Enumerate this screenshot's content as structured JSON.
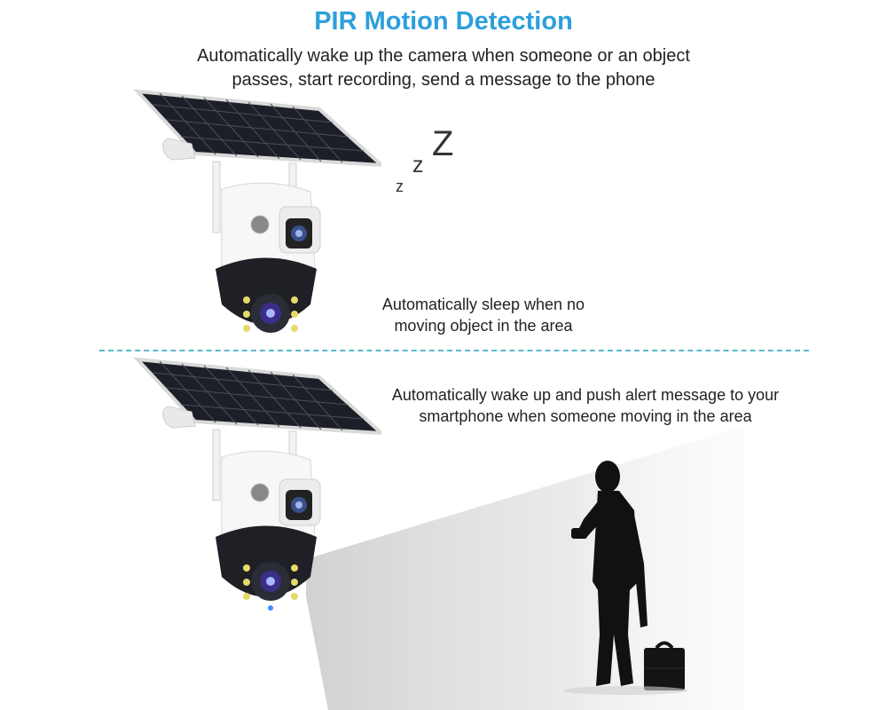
{
  "header": {
    "title": "PIR Motion Detection",
    "subtitle_line1": "Automatically wake up the camera when someone or an object",
    "subtitle_line2": "passes, start recording, send a message to the phone"
  },
  "sleep_panel": {
    "sleep_z": [
      "z",
      "z",
      "Z"
    ],
    "caption_line1": "Automatically sleep when no",
    "caption_line2": "moving object in the area"
  },
  "wake_panel": {
    "caption_line1": "Automatically wake up and push alert message to your",
    "caption_line2": "smartphone when someone moving in the area"
  },
  "colors": {
    "accent": "#2d9fdc",
    "divider": "#5ab8c8"
  }
}
